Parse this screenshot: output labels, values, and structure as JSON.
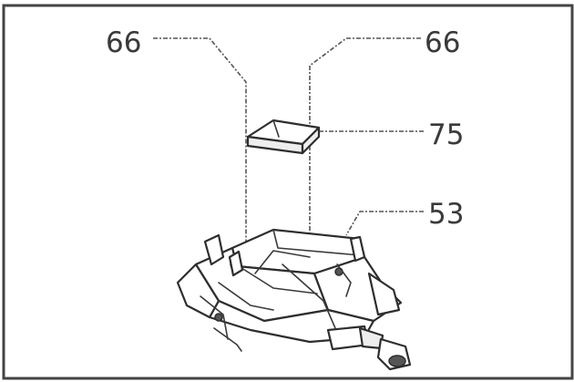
{
  "diagram": {
    "callouts": [
      {
        "id": "left-66",
        "label": "66"
      },
      {
        "id": "right-66",
        "label": "66"
      },
      {
        "id": "cover-75",
        "label": "75"
      },
      {
        "id": "base-53",
        "label": "53"
      }
    ]
  }
}
